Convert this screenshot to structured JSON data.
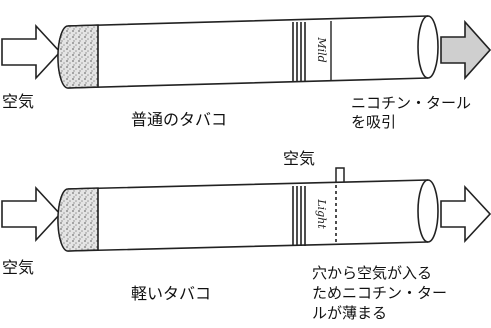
{
  "top": {
    "air_left": "空気",
    "caption": "普通のタバコ",
    "note_line1": "ニコチン・タール",
    "note_line2": "を吸引",
    "brand_mark": "Mild"
  },
  "bottom": {
    "air_left": "空気",
    "air_hole": "空気",
    "caption": "軽いタバコ",
    "note_line1": "穴から空気が入る",
    "note_line2": "ためニコチン・ター",
    "note_line3": "ルが薄まる",
    "brand_mark": "Light"
  },
  "colors": {
    "stroke": "#222222",
    "filter_fill": "#d9d9d9",
    "out_arrow_fill": "#cfcfcf",
    "in_arrow_fill": "#ffffff"
  },
  "icons": [
    "arrow-right-outline",
    "arrow-right-gray",
    "arrow-down-outline"
  ]
}
